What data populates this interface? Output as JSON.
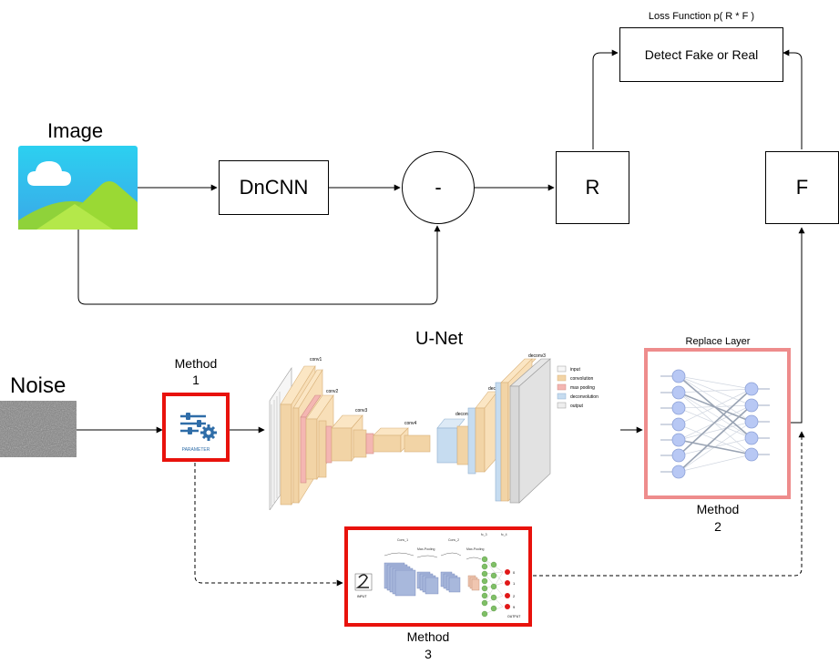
{
  "top": {
    "image_label": "Image",
    "dncnn_label": "DnCNN",
    "subtract_label": "-",
    "r_label": "R",
    "f_label": "F",
    "detect_label": "Detect Fake or Real",
    "loss_label": "Loss Function p( R * F )"
  },
  "bottom": {
    "noise_label": "Noise",
    "method1_label_line1": "Method",
    "method1_label_line2": "1",
    "parameter_caption": "PARAMETER",
    "unet_label": "U-Net",
    "replace_layer_label": "Replace  Layer",
    "method2_label_line1": "Method",
    "method2_label_line2": "2",
    "method3_label_line1": "Method",
    "method3_label_line2": "3"
  },
  "unet_figure": {
    "layer_labels": [
      "conv1",
      "conv2",
      "conv3",
      "conv4",
      "deconv1",
      "deconv2",
      "deconv3"
    ],
    "legend": [
      "input",
      "convolution",
      "max pooling",
      "deconvolution",
      "output"
    ]
  },
  "cnn_figure": {
    "stage_labels": [
      "Conv_1",
      "Max-Pooling",
      "Conv_2",
      "Max-Pooling",
      "fc_3",
      "fc_4"
    ],
    "input_caption": "INPUT",
    "output_caption": "OUTPUT",
    "output_digits": [
      "0",
      "1",
      "2",
      "9"
    ]
  },
  "colors": {
    "method_box_red": "#e8120c",
    "replace_layer_border": "#ee8c8c",
    "sky_blue": "#2ec6ee",
    "grass_green": "#a2dc3c",
    "conv_orange": "#f2d4a6",
    "pool_red": "#f4b6b2",
    "deconv_blue": "#c6dcf0",
    "node_blue": "#b8c8f4"
  }
}
